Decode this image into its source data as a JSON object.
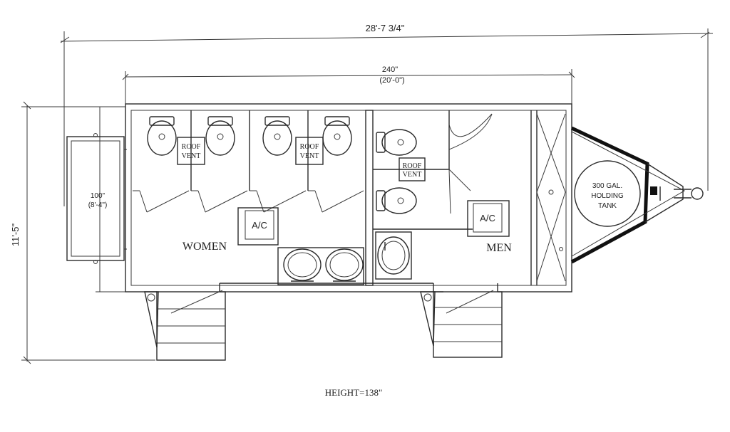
{
  "dimensions": {
    "overall_length": "28'-7 3/4\"",
    "body_length": "240\"",
    "body_length_ft": "(20'-0\")",
    "overall_width": "11'-5\"",
    "deck_width": "100\"",
    "deck_width_ft": "(8'-4\")"
  },
  "rooms": {
    "women": "WOMEN",
    "men": "MEN"
  },
  "fixtures": {
    "roof_vent_line1": "ROOF",
    "roof_vent_line2": "VENT",
    "ac_label": "A/C",
    "tank_line1": "300 GAL.",
    "tank_line2": "HOLDING",
    "tank_line3": "TANK"
  },
  "height_note": "HEIGHT=138\""
}
